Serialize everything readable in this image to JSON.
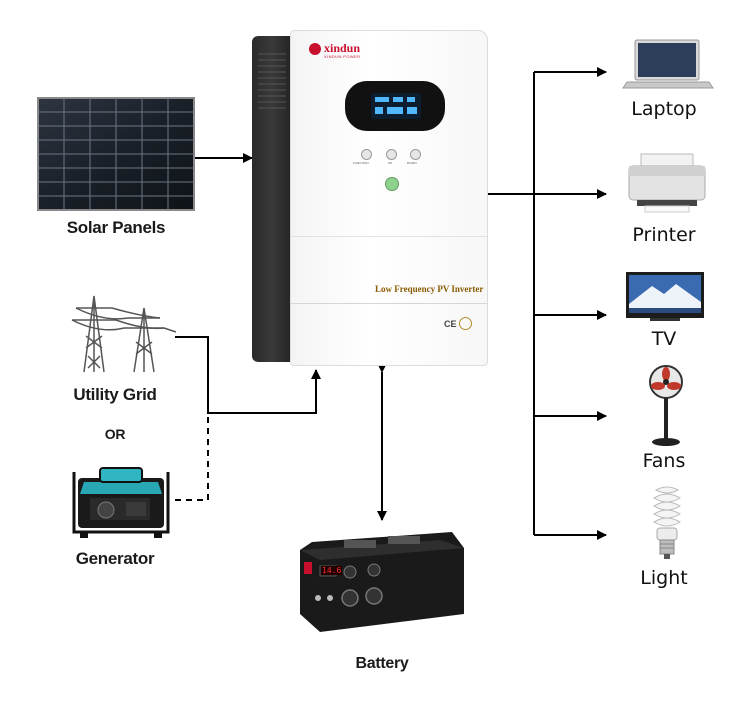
{
  "inverter": {
    "brand": "xindun",
    "brand_sub": "XINDUN POWER",
    "model_label": "Low Frequency PV Inverter",
    "button_labels": [
      "FUNCTION",
      "UP",
      "DOWN"
    ],
    "marks": "CE"
  },
  "sources": {
    "solar": "Solar Panels",
    "grid": "Utility Grid",
    "or": "OR",
    "generator": "Generator"
  },
  "storage": {
    "battery": "Battery",
    "battery_display": "14.6"
  },
  "loads": [
    "Laptop",
    "Printer",
    "TV",
    "Fans",
    "Light"
  ],
  "colors": {
    "accent_red": "#c8102e",
    "arrow": "#000000",
    "inverter_side": "#2d2d2d"
  }
}
